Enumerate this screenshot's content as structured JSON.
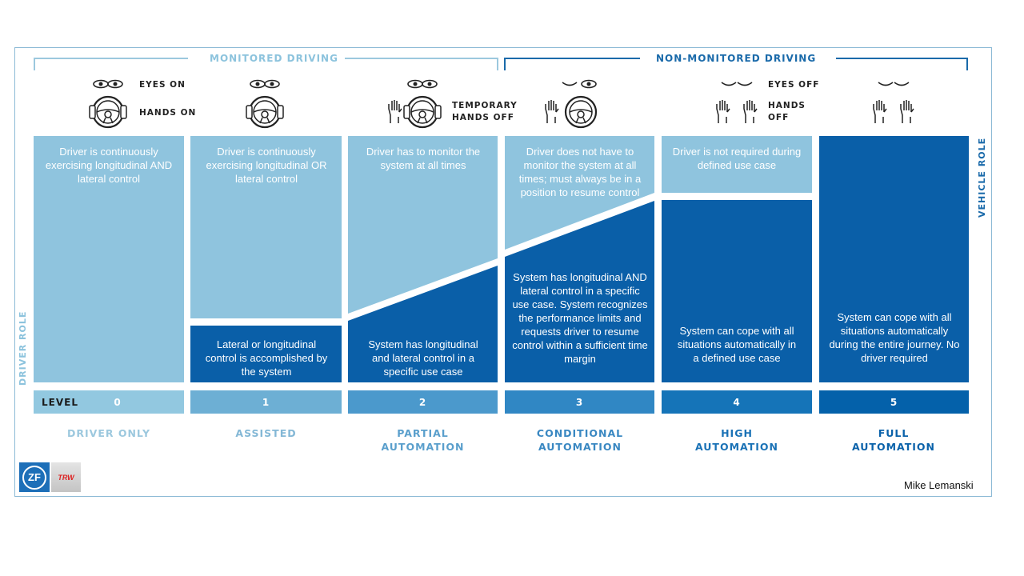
{
  "groups": {
    "monitored": "MONITORED DRIVING",
    "non_monitored": "NON-MONITORED DRIVING"
  },
  "icon_labels": {
    "eyes_on": "EYES ON",
    "hands_on": "HANDS ON",
    "temp_hands_off": "TEMPORARY HANDS OFF",
    "eyes_off": "EYES OFF",
    "hands_off": "HANDS OFF"
  },
  "axis": {
    "driver_role": "DRIVER ROLE",
    "vehicle_role": "VEHICLE ROLE"
  },
  "level_label": "LEVEL",
  "levels": [
    {
      "num": "0",
      "name": "DRIVER ONLY",
      "driver": "Driver is continuously exercising longitudinal AND lateral control",
      "system": ""
    },
    {
      "num": "1",
      "name": "ASSISTED",
      "driver": "Driver is continuously exercising longitudinal OR lateral control",
      "system": "Lateral or longitudinal control is accomplished by the system"
    },
    {
      "num": "2",
      "name": "PARTIAL AUTOMATION",
      "driver": "Driver has to monitor the system at all times",
      "system": "System has longitudinal and lateral control in a specific use case"
    },
    {
      "num": "3",
      "name": "CONDITIONAL AUTOMATION",
      "driver": "Driver does not have to monitor the system at all times; must always be in a position to resume control",
      "system": "System has longitudinal AND lateral control in a specific use case. System recognizes the performance limits and requests driver to resume control within a sufficient time margin"
    },
    {
      "num": "4",
      "name": "HIGH AUTOMATION",
      "driver": "Driver is not required during defined use case",
      "system": "System can cope with all situations automatically in a defined use case"
    },
    {
      "num": "5",
      "name": "FULL AUTOMATION",
      "driver": "",
      "system": "System can cope with all situations automatically during the entire journey. No driver required"
    }
  ],
  "colors": {
    "light": "#8fc4de",
    "dark": "#0a5fa8",
    "level_bar": [
      "#92c8e0",
      "#6dafd4",
      "#4b99cc",
      "#3087c4",
      "#1574b8",
      "#0461aa"
    ]
  },
  "logos": {
    "zf": "ZF",
    "trw": "TRW"
  },
  "author": "Mike Lemanski"
}
